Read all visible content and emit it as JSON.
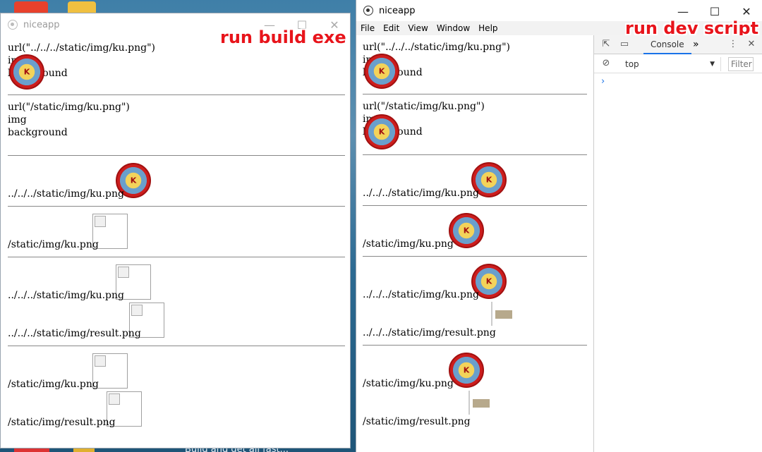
{
  "left_window": {
    "title": "niceapp",
    "annotation": "run build exe",
    "sections": [
      {
        "lines": [
          "url(\"../../../static/img/ku.png\")",
          "img",
          "background"
        ]
      },
      {
        "lines": [
          "url(\"/static/img/ku.png\")",
          "img",
          "background"
        ]
      },
      {
        "labels": [
          "../../../static/img/ku.png"
        ]
      },
      {
        "labels": [
          "/static/img/ku.png"
        ]
      },
      {
        "labels": [
          "../../../static/img/ku.png",
          "../../../static/img/result.png"
        ]
      },
      {
        "labels": [
          "/static/img/ku.png",
          "/static/img/result.png"
        ]
      }
    ]
  },
  "right_window": {
    "title": "niceapp",
    "annotation": "run dev script",
    "menu": [
      "File",
      "Edit",
      "View",
      "Window",
      "Help"
    ],
    "sections": [
      {
        "lines": [
          "url(\"../../../static/img/ku.png\")",
          "img",
          "background"
        ]
      },
      {
        "lines": [
          "url(\"/static/img/ku.png\")",
          "img",
          "background"
        ]
      },
      {
        "labels": [
          "../../../static/img/ku.png"
        ]
      },
      {
        "labels": [
          "/static/img/ku.png"
        ]
      },
      {
        "labels": [
          "../../../static/img/ku.png",
          "../../../static/img/result.png"
        ]
      },
      {
        "labels": [
          "/static/img/ku.png",
          "/static/img/result.png"
        ]
      }
    ],
    "devtools": {
      "tab": "Console",
      "more": "»",
      "context": "top",
      "filter_placeholder": "Filter",
      "prompt": "›"
    }
  },
  "desktop": {
    "taskbar_text": "Build and get all fast..."
  },
  "icons": {
    "minimize": "minimize-icon",
    "maximize": "maximize-icon",
    "close": "close-icon",
    "inspect": "inspect-icon",
    "device": "device-toolbar-icon",
    "clear": "clear-console-icon",
    "kebab": "kebab-menu-icon"
  }
}
